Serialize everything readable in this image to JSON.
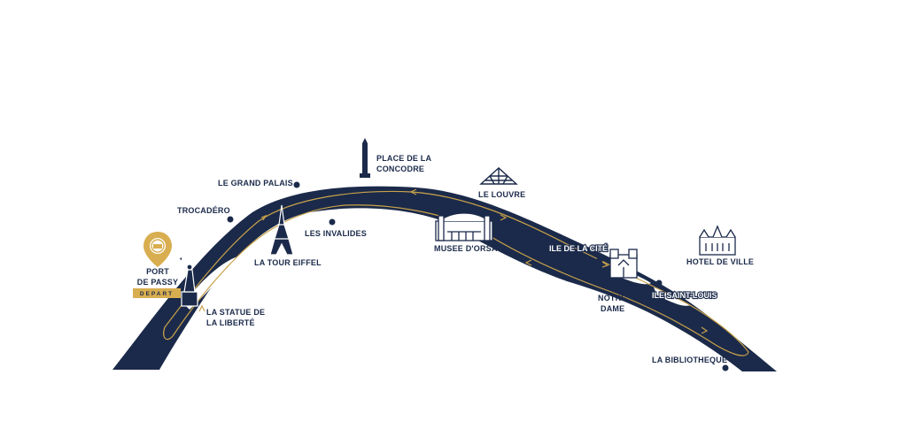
{
  "colors": {
    "river": "#1b2a4a",
    "route": "#c9a24a",
    "ink": "#1b2a4a",
    "gold": "#d8ae50",
    "background": "#ffffff"
  },
  "departure": {
    "name_line1": "PORT",
    "name_line2": "DE PASSY",
    "badge": "DEPART",
    "icon": "map-pin-icon"
  },
  "landmarks": {
    "statue_liberte": {
      "line1": "LA STATUE DE",
      "line2": "LA LIBERTÉ",
      "icon": "statue-of-liberty-icon"
    },
    "tour_eiffel": {
      "label": "LA TOUR EIFFEL",
      "icon": "eiffel-tower-icon"
    },
    "trocadero": {
      "label": "TROCADÉRO"
    },
    "grand_palais": {
      "label": "LE GRAND PALAIS"
    },
    "invalides": {
      "label": "LES INVALIDES"
    },
    "concorde": {
      "line1": "PLACE DE LA",
      "line2": "CONCODRE",
      "icon": "obelisk-icon"
    },
    "louvre": {
      "label": "LE LOUVRE",
      "icon": "pyramid-icon"
    },
    "orsay": {
      "label": "MUSEE D'ORSAY",
      "icon": "museum-icon"
    },
    "ile_cite": {
      "label": "ILE DE LA CITÉ"
    },
    "notre_dame": {
      "line1": "NOTRE",
      "line2": "DAME",
      "icon": "cathedral-icon"
    },
    "ile_saint_louis": {
      "label": "ILE SAINT-LOUIS"
    },
    "hotel_de_ville": {
      "label": "HOTEL DE VILLE",
      "icon": "town-hall-icon"
    },
    "bibliotheque": {
      "label": "LA BIBLIOTHEQUE"
    }
  }
}
